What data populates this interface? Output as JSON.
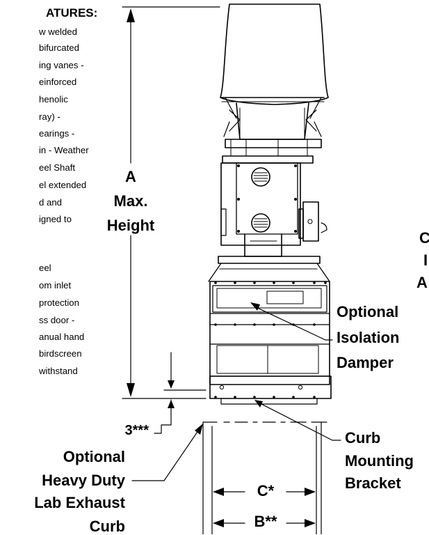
{
  "features": {
    "title": "ATURES:",
    "lines": [
      "w welded",
      "bifurcated",
      "ing vanes -",
      "einforced",
      "henolic",
      "ray) -",
      "earings -",
      "in - Weather",
      "eel Shaft",
      "el extended",
      "d and",
      "igned to",
      "",
      "eel",
      "om inlet",
      "protection",
      "ss door -",
      "anual hand",
      "birdscreen",
      "withstand"
    ]
  },
  "dimension_a": {
    "letter": "A",
    "line1": "Max.",
    "line2": "Height"
  },
  "dimension_3": "3***",
  "dimension_c": "C*",
  "dimension_b": "B**",
  "callouts": {
    "isolation_damper": [
      "Optional",
      "Isolation",
      "Damper"
    ],
    "curb_bracket": [
      "Curb",
      "Mounting",
      "Bracket"
    ],
    "lab_curb": [
      "Optional",
      "Heavy Duty",
      "Lab Exhaust",
      "Curb"
    ]
  },
  "right_edge_fragments": [
    "C",
    "I",
    "A"
  ]
}
